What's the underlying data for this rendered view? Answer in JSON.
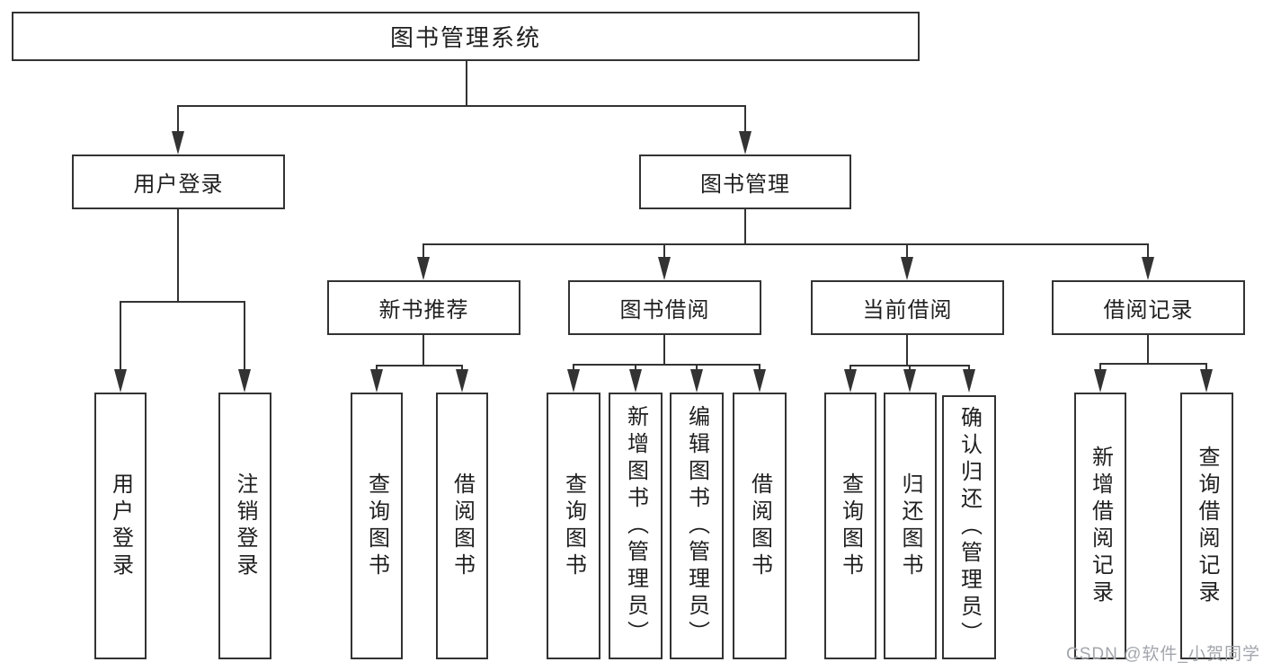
{
  "root_label": "图书管理系统",
  "login": {
    "label": "用户登录",
    "children": [
      {
        "label": "用户登录"
      },
      {
        "label": "注销登录"
      }
    ]
  },
  "management": {
    "label": "图书管理",
    "sections": [
      {
        "label": "新书推荐",
        "children": [
          {
            "label": "查询图书"
          },
          {
            "label": "借阅图书"
          }
        ]
      },
      {
        "label": "图书借阅",
        "children": [
          {
            "label": "查询图书"
          },
          {
            "label": "新增图书（管理员）"
          },
          {
            "label": "编辑图书（管理员）"
          },
          {
            "label": "借阅图书"
          }
        ]
      },
      {
        "label": "当前借阅",
        "children": [
          {
            "label": "查询图书"
          },
          {
            "label": "归还图书"
          },
          {
            "label": "确认归还（管理员）"
          }
        ]
      },
      {
        "label": "借阅记录",
        "children": [
          {
            "label": "新增借阅记录"
          },
          {
            "label": "查询借阅记录"
          }
        ]
      }
    ]
  },
  "watermark": "CSDN @软件_小贺同学",
  "colors": {
    "line": "#333333",
    "text": "#1f1f1f",
    "background": "#ffffff",
    "watermark": "#a2a6ac"
  }
}
